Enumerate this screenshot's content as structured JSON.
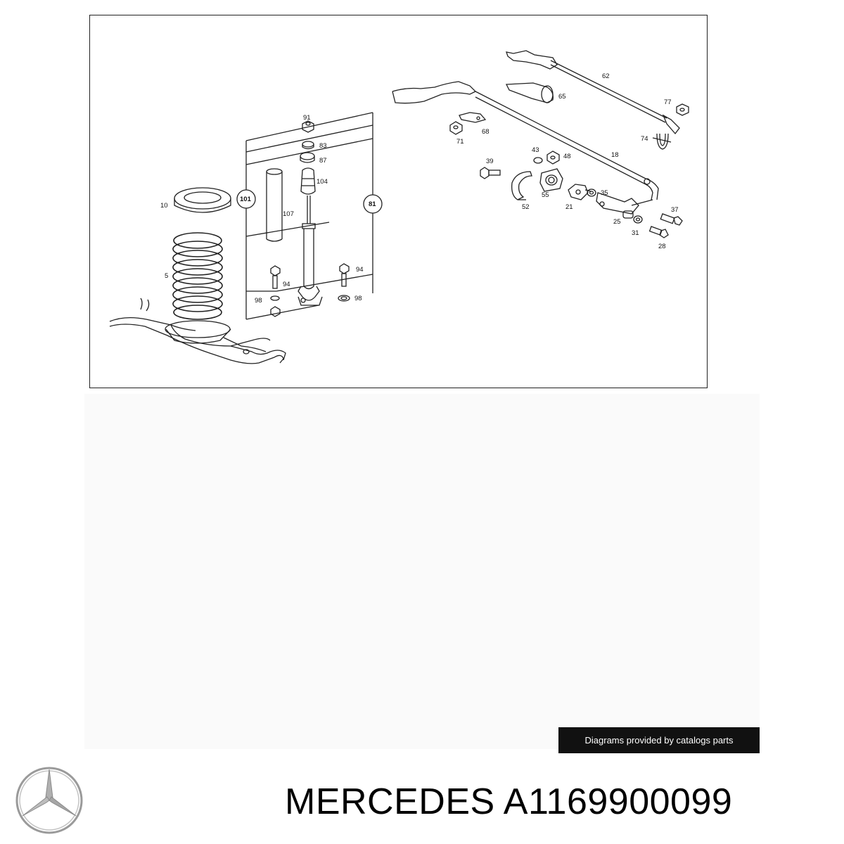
{
  "diagram": {
    "parts": {
      "p10": "10",
      "p5": "5",
      "p91": "91",
      "p83": "83",
      "p87": "87",
      "p104": "104",
      "p107": "107",
      "p94a": "94",
      "p94b": "94",
      "p98a": "98",
      "p98b": "98",
      "p62": "62",
      "p65": "65",
      "p77": "77",
      "p74": "74",
      "p68": "68",
      "p71": "71",
      "p18": "18",
      "p39": "39",
      "p43": "43",
      "p48": "48",
      "p55": "55",
      "p52": "52",
      "p21": "21",
      "p35": "35",
      "p37": "37",
      "p25": "25",
      "p31": "31",
      "p28": "28"
    },
    "callouts": {
      "c101": "101",
      "c81": "81"
    }
  },
  "credit": "Diagrams provided by catalogs parts",
  "title": "MERCEDES A1169900099",
  "colors": {
    "line": "#222222",
    "badge_bg": "#111111",
    "logo": "#9a9a9a"
  },
  "logo_icon": "three-pointed-star-icon"
}
